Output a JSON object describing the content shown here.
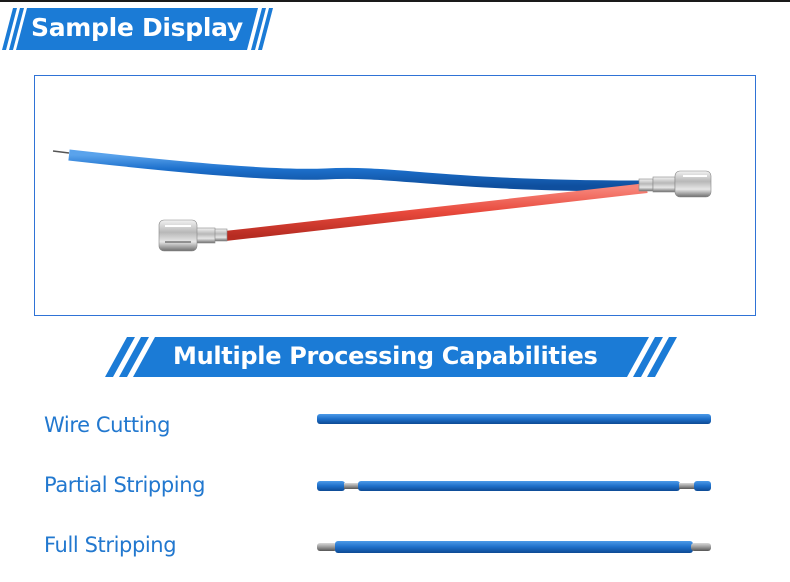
{
  "header": {
    "title": "Sample Display"
  },
  "sample_image": {
    "description": "Wire harness sample: blue braided wire with stripped end and red braided wire, joined at a female quick-disconnect terminal, red wire ending in another female terminal"
  },
  "capabilities": {
    "title": "Multiple Processing Capabilities",
    "items": [
      {
        "label": "Wire Cutting",
        "illustration": "plain-blue-wire"
      },
      {
        "label": "Partial Stripping",
        "illustration": "blue-wire-partial-strip-both-ends"
      },
      {
        "label": "Full Stripping",
        "illustration": "blue-wire-full-strip-both-ends"
      }
    ]
  },
  "colors": {
    "accent_blue": "#1b7bd6",
    "label_blue": "#2278cf",
    "frame_border": "#2f73d6",
    "wire_blue": "#1e6fc9",
    "wire_red": "#e8493c",
    "conductor_gray": "#9a9a9a"
  }
}
